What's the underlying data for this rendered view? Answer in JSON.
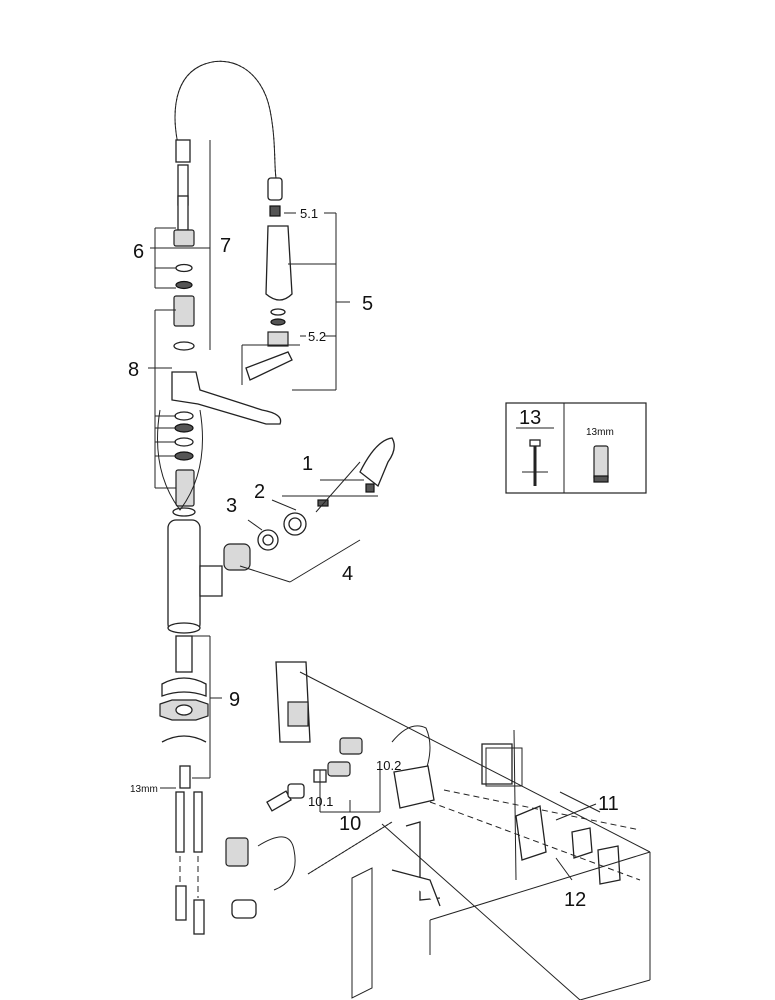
{
  "labels": {
    "p1": "1",
    "p2": "2",
    "p3": "3",
    "p4": "4",
    "p5": "5",
    "p5_1": "5.1",
    "p5_2": "5.2",
    "p6": "6",
    "p7": "7",
    "p8": "8",
    "p9": "9",
    "p10": "10",
    "p10_1": "10.1",
    "p10_2": "10.2",
    "p11": "11",
    "p12": "12",
    "tool_box": "13",
    "tool_size_box": "13mm",
    "tool_size_left": "13mm"
  }
}
